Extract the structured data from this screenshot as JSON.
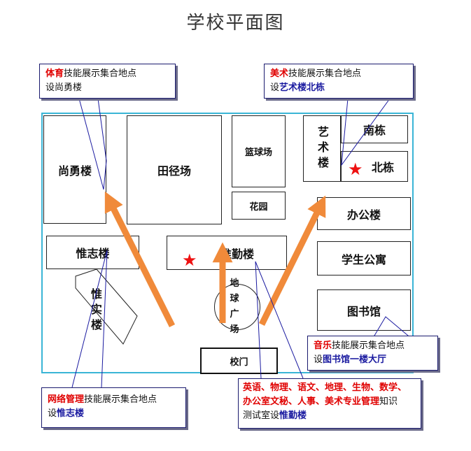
{
  "title": "学校平面图",
  "buildings": {
    "shangyong": "尚勇楼",
    "tianjing": "田径场",
    "lanqiu": "篮球场",
    "huayuan": "花园",
    "yishu": "艺术楼",
    "nandong": "南栋",
    "beidong": "北栋",
    "bangong": "办公楼",
    "weizhi": "惟志楼",
    "weiqin": "惟勤楼",
    "xuesheng": "学生公寓",
    "weishi": "惟实楼",
    "diqiu": "地球广场",
    "tushu": "图书馆",
    "xiaomen": "校门"
  },
  "callouts": {
    "sports": {
      "red": "体育",
      "text": "技能展示集合地点",
      "line2": "设尚勇楼"
    },
    "art": {
      "red": "美术",
      "text": "技能展示集合地点",
      "line2_prefix": "设",
      "blue": "艺术楼北栋"
    },
    "music": {
      "red": "音乐",
      "text": "技能展示集合地点",
      "line2_prefix": "设",
      "blue": "图书馆一楼大厅"
    },
    "network": {
      "red": "网络管理",
      "text": "技能展示集合地点",
      "line2_prefix": "设",
      "blue": "惟志楼"
    },
    "subjects": {
      "red1": "英语、物理、语文、地理、生物、数学、",
      "red2": "办公室文秘、人事、美术专业管理",
      "text2": "知识",
      "line3_prefix": "测试室设",
      "blue": "惟勤楼"
    }
  },
  "colors": {
    "campus_border": "#3ab5d6",
    "arrow": "#f08a3a",
    "star": "#ee1111",
    "highlight_red": "#e00000",
    "highlight_blue": "#1a1aa0"
  }
}
